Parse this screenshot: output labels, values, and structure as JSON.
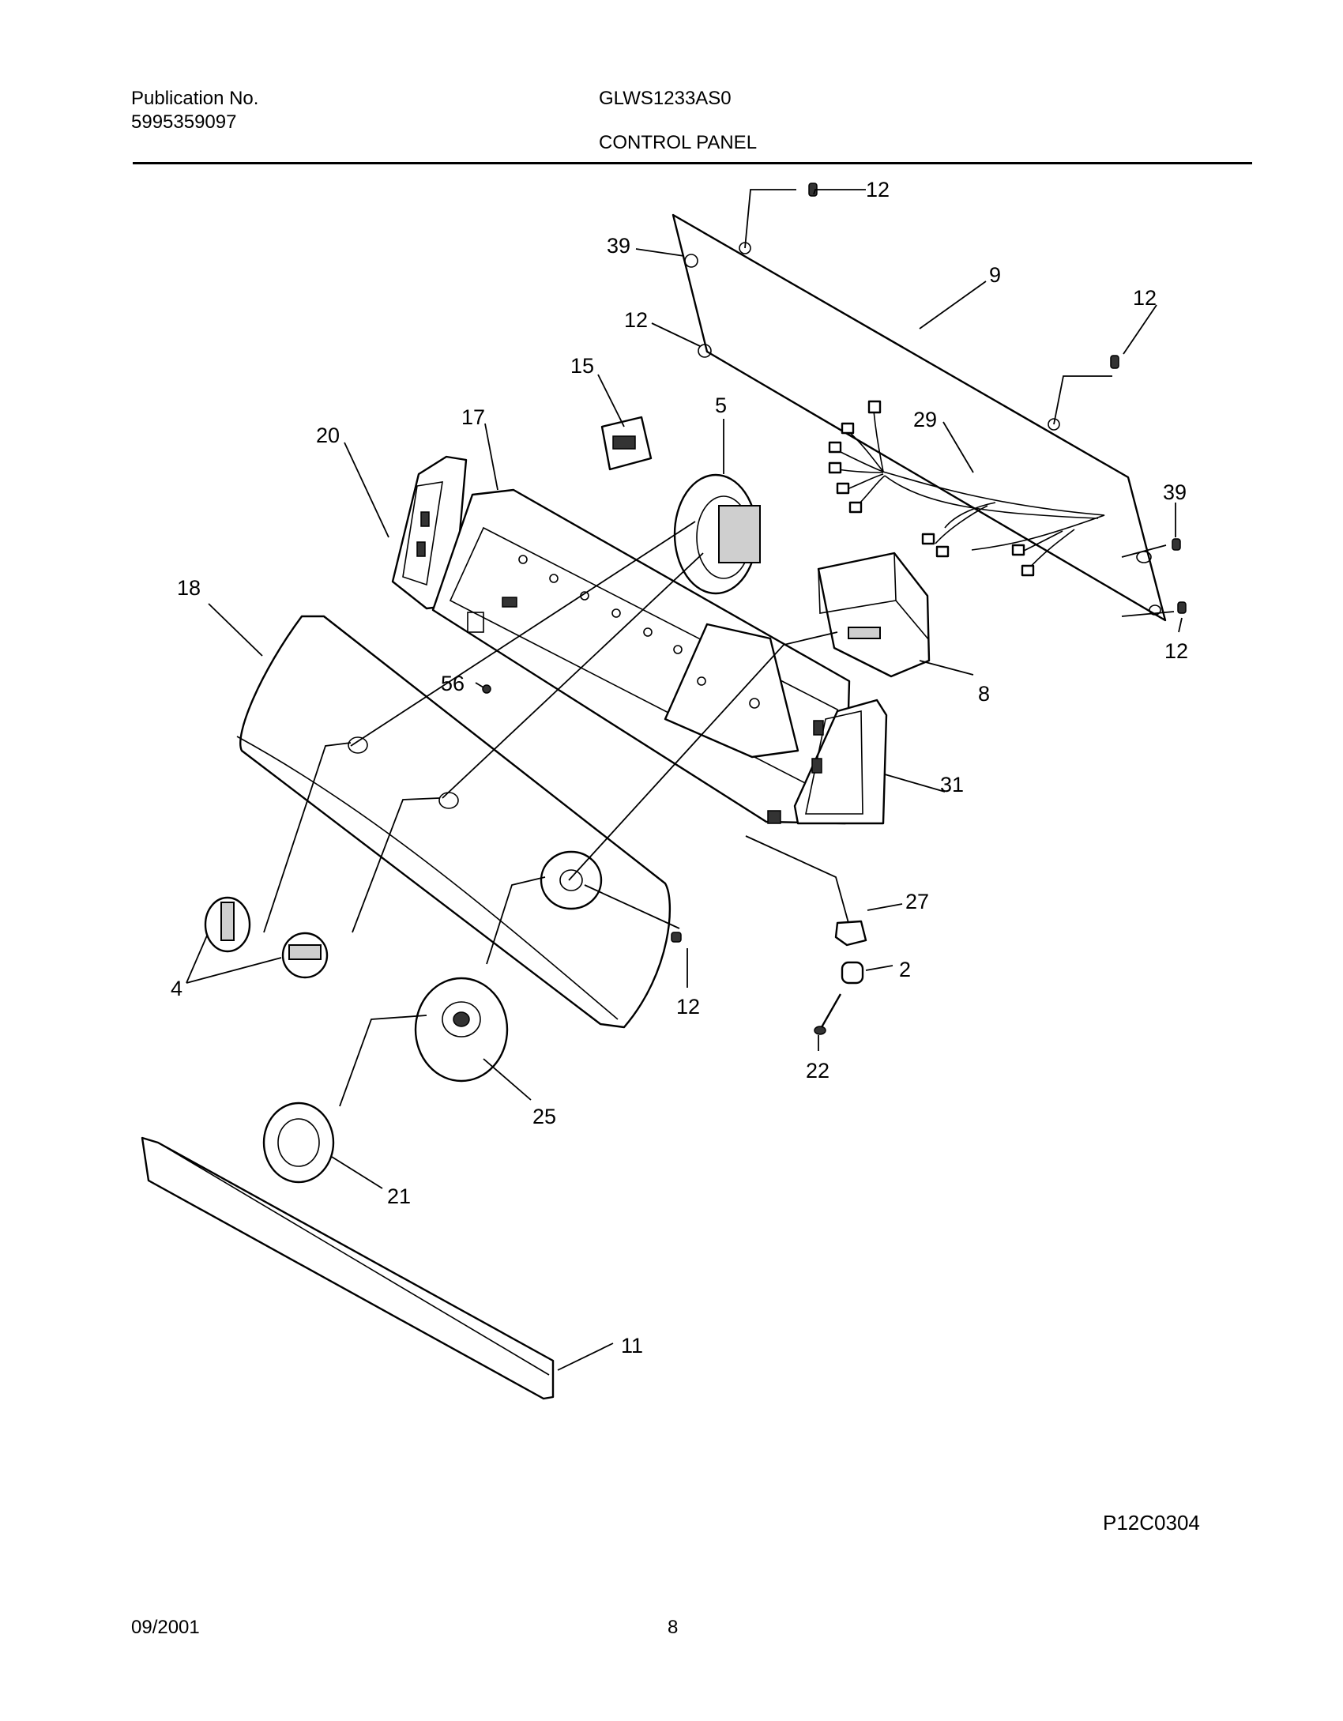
{
  "header": {
    "publication_label": "Publication No.",
    "publication_number": "5995359097",
    "model": "GLWS1233AS0",
    "section": "CONTROL PANEL"
  },
  "figure_code": "P12C0304",
  "footer": {
    "date": "09/2001",
    "page": "8"
  },
  "callouts": [
    "12",
    "39",
    "9",
    "12",
    "12",
    "15",
    "5",
    "29",
    "17",
    "20",
    "39",
    "18",
    "8",
    "12",
    "56",
    "31",
    "27",
    "4",
    "2",
    "12",
    "22",
    "25",
    "21",
    "11"
  ]
}
